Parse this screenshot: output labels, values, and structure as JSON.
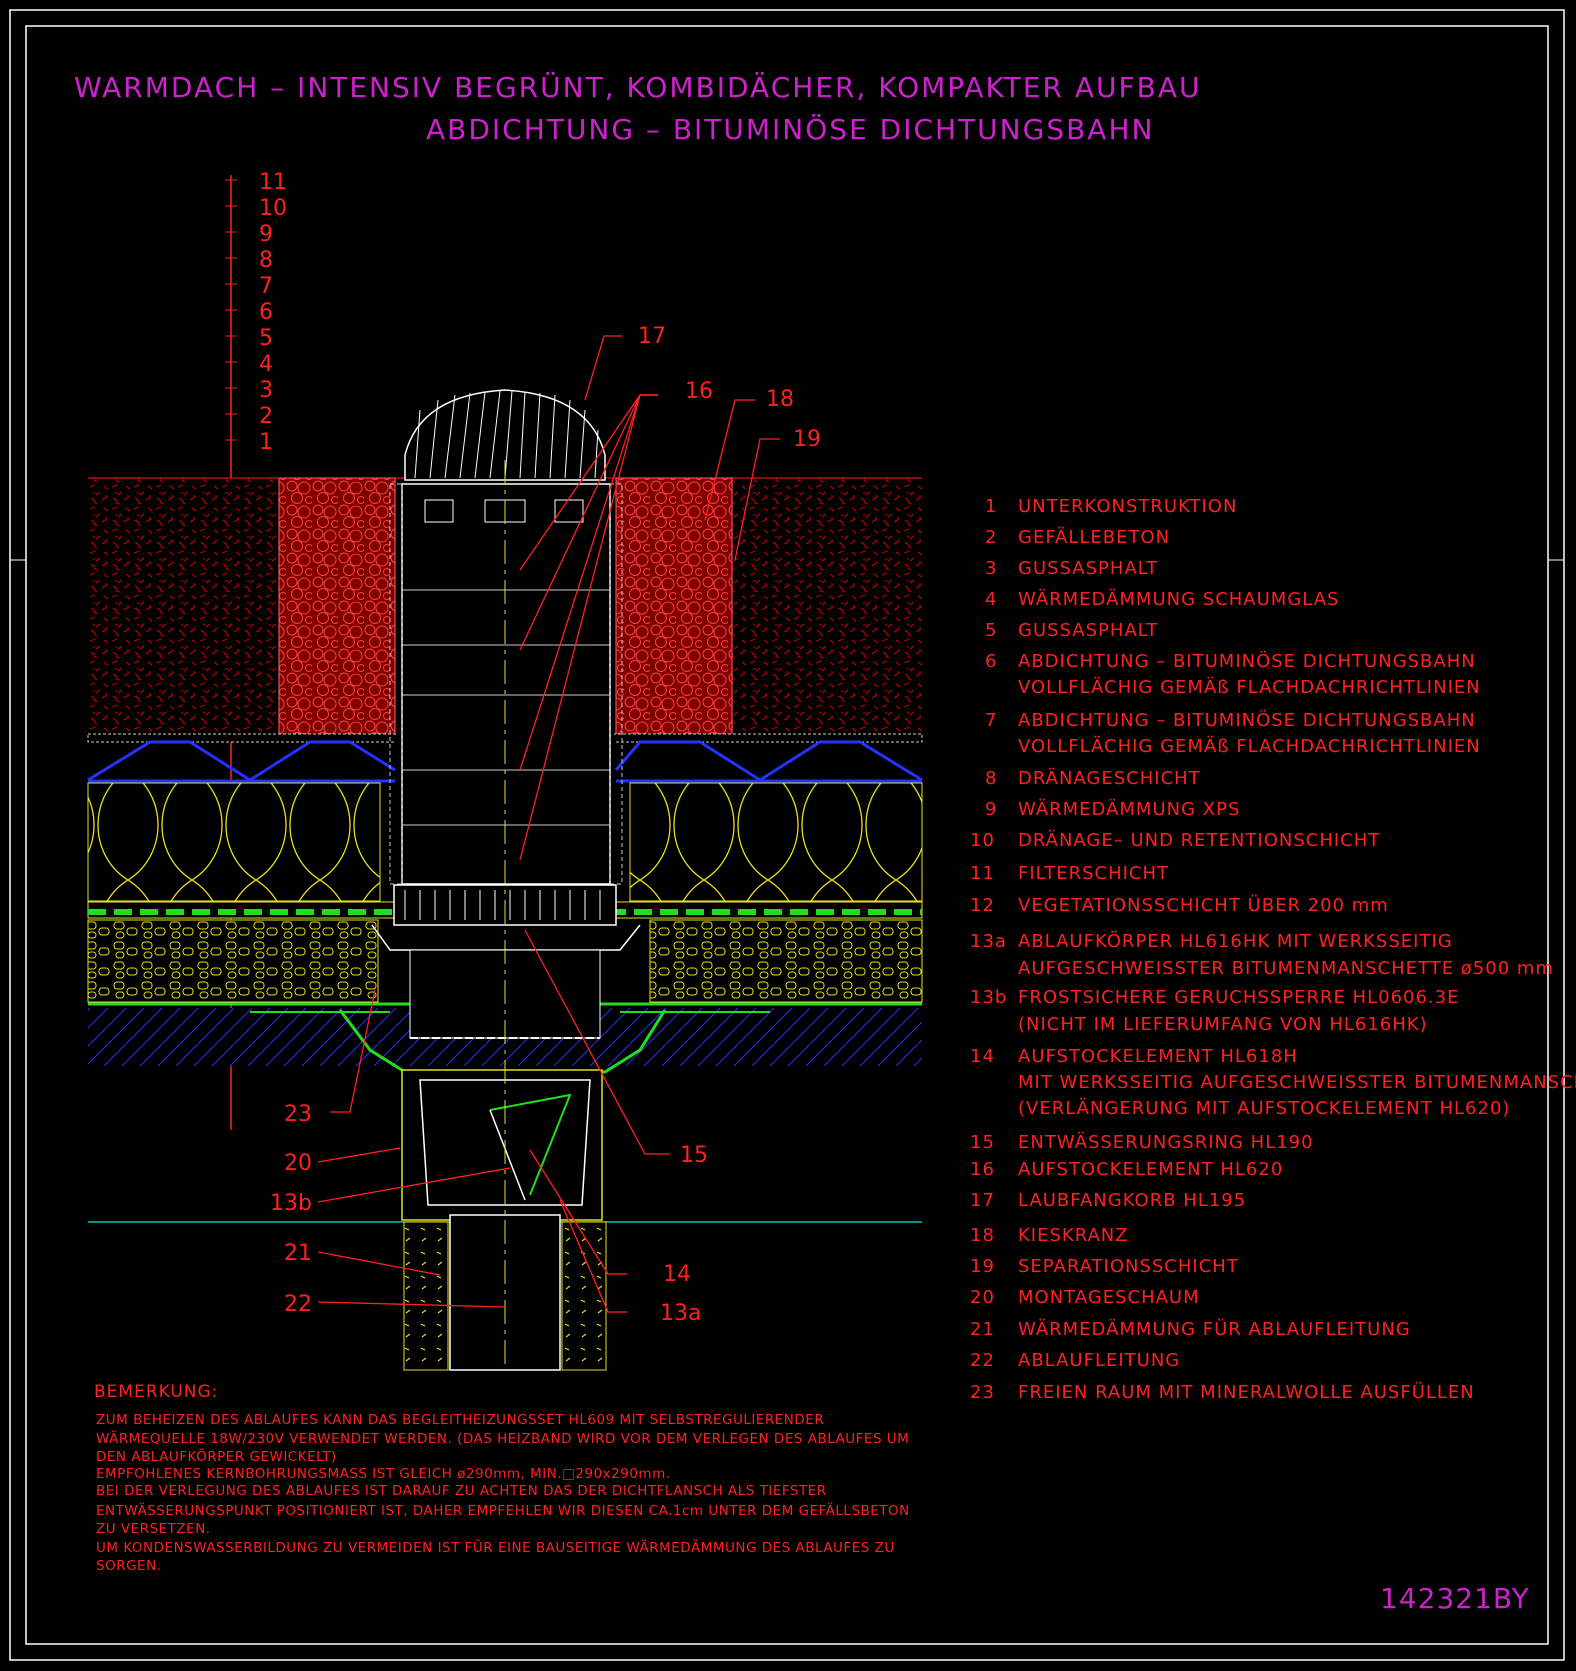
{
  "title": {
    "line1": "WARMDACH – INTENSIV BEGRÜNT, KOMBIDÄCHER, KOMPAKTER AUFBAU",
    "line2": "ABDICHTUNG – BITUMINÖSE DICHTUNGSBAHN"
  },
  "scale_labels": [
    "11",
    "10",
    "9",
    "8",
    "7",
    "6",
    "5",
    "4",
    "3",
    "2",
    "1"
  ],
  "callouts": {
    "c17": "17",
    "c16": "16",
    "c18": "18",
    "c19": "19",
    "c15": "15",
    "c14": "14",
    "c13a": "13a",
    "c23": "23",
    "c20": "20",
    "c13b": "13b",
    "c21": "21",
    "c22": "22"
  },
  "legend": [
    {
      "num": "1",
      "lines": [
        "UNTERKONSTRUKTION"
      ]
    },
    {
      "num": "2",
      "lines": [
        "GEFÄLLEBETON"
      ]
    },
    {
      "num": "3",
      "lines": [
        "GUSSASPHALT"
      ]
    },
    {
      "num": "4",
      "lines": [
        "WÄRMEDÄMMUNG SCHAUMGLAS"
      ]
    },
    {
      "num": "5",
      "lines": [
        "GUSSASPHALT"
      ]
    },
    {
      "num": "6",
      "lines": [
        "ABDICHTUNG – BITUMINÖSE DICHTUNGSBAHN",
        "VOLLFLÄCHIG GEMÄß FLACHDACHRICHTLINIEN"
      ]
    },
    {
      "num": "7",
      "lines": [
        "ABDICHTUNG – BITUMINÖSE DICHTUNGSBAHN",
        "VOLLFLÄCHIG GEMÄß FLACHDACHRICHTLINIEN"
      ]
    },
    {
      "num": "8",
      "lines": [
        "DRÄNAGESCHICHT"
      ]
    },
    {
      "num": "9",
      "lines": [
        "WÄRMEDÄMMUNG XPS"
      ]
    },
    {
      "num": "10",
      "lines": [
        "DRÄNAGE– UND RETENTIONSCHICHT"
      ]
    },
    {
      "num": "11",
      "lines": [
        "FILTERSCHICHT"
      ]
    },
    {
      "num": "12",
      "lines": [
        "VEGETATIONSSCHICHT ÜBER 200 mm"
      ]
    },
    {
      "num": "13a",
      "lines": [
        "ABLAUFKÖRPER HL616HK MIT WERKSSEITIG",
        "AUFGESCHWEISSTER BITUMENMANSCHETTE ø500 mm"
      ]
    },
    {
      "num": "13b",
      "lines": [
        "FROSTSICHERE GERUCHSSPERRE HL0606.3E",
        "(NICHT IM LIEFERUMFANG VON HL616HK)"
      ]
    },
    {
      "num": "14",
      "lines": [
        "AUFSTOCKELEMENT HL618H",
        "MIT WERKSSEITIG AUFGESCHWEISSTER BITUMENMANSCHETTE",
        "(VERLÄNGERUNG MIT AUFSTOCKELEMENT HL620)"
      ]
    },
    {
      "num": "15",
      "lines": [
        "ENTWÄSSERUNGSRING HL190"
      ]
    },
    {
      "num": "16",
      "lines": [
        "AUFSTOCKELEMENT HL620"
      ]
    },
    {
      "num": "17",
      "lines": [
        "LAUBFANGKORB HL195"
      ]
    },
    {
      "num": "18",
      "lines": [
        "KIESKRANZ"
      ]
    },
    {
      "num": "19",
      "lines": [
        "SEPARATIONSSCHICHT"
      ]
    },
    {
      "num": "20",
      "lines": [
        "MONTAGESCHAUM"
      ]
    },
    {
      "num": "21",
      "lines": [
        "WÄRMEDÄMMUNG FÜR ABLAUFLEITUNG"
      ]
    },
    {
      "num": "22",
      "lines": [
        "ABLAUFLEITUNG"
      ]
    },
    {
      "num": "23",
      "lines": [
        "FREIEN RAUM MIT MINERALWOLLE AUSFÜLLEN"
      ]
    }
  ],
  "remarks": {
    "heading": "BEMERKUNG:",
    "lines": [
      "ZUM BEHEIZEN DES ABLAUFES KANN DAS BEGLEITHEIZUNGSSET HL609 MIT SELBSTREGULIERENDER",
      "WÄRMEQUELLE 18W/230V VERWENDET WERDEN. (DAS HEIZBAND WIRD VOR DEM VERLEGEN DES ABLAUFES UM",
      "DEN ABLAUFKÖRPER GEWICKELT)",
      "EMPFOHLENES KERNBOHRUNGSMASS IST GLEICH ø290mm, MIN.□290x290mm.",
      "BEI DER VERLEGUNG DES ABLAUFES IST DARAUF ZU ACHTEN DAS DER DICHTFLANSCH ALS TIEFSTER",
      "ENTWÄSSERUNGSPUNKT POSITIONIERT IST, DAHER EMPFEHLEN WIR DIESEN CA.1cm UNTER DEM GEFÄLLSBETON",
      "ZU VERSETZEN.",
      "UM KONDENSWASSERBILDUNG ZU VERMEIDEN IST FÜR EINE BAUSEITIGE WÄRMEDÄMMUNG DES ABLAUFES ZU",
      "SORGEN."
    ]
  },
  "drawing_code": "142321BY",
  "colors": {
    "background": "#000000",
    "annotation": "#ff2020",
    "title": "#cc22cc",
    "frame": "#ffffff",
    "insulation": "#e8e020",
    "membrane": "#22dd22",
    "drainage": "#2233ff",
    "subfloor": "#00c0c0"
  }
}
